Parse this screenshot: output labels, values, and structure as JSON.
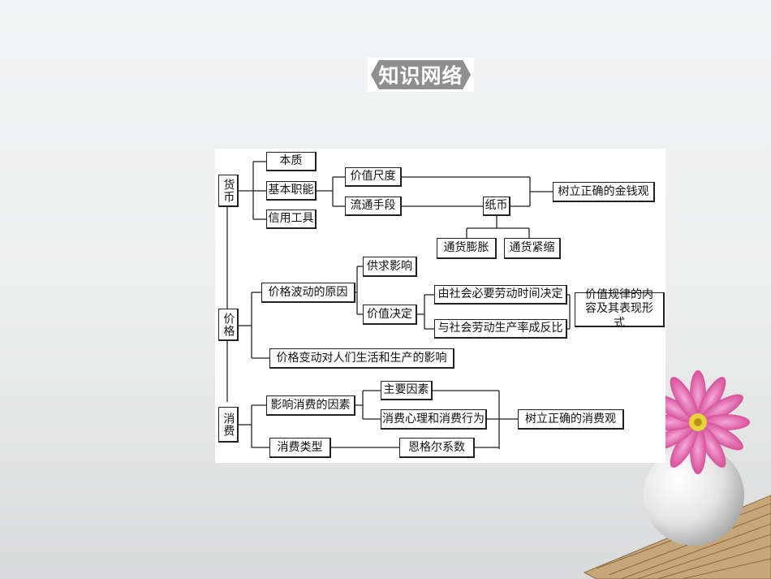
{
  "title": "知识网络",
  "nodes": {
    "huobi": "货币",
    "jiage": "价格",
    "xiaofei": "消费",
    "benzhi": "本质",
    "jibenzhineng": "基本职能",
    "xinyonggongju": "信用工具",
    "jiazhichidu": "价值尺度",
    "liutongshouduan": "流通手段",
    "zhibi": "纸币",
    "tonghuopengzhang": "通货膨胀",
    "tonghuojinsuo": "通货紧缩",
    "jinqianguan": "树立正确的金钱观",
    "jiagebodong": "价格波动的原因",
    "gongqiu": "供求影响",
    "jiazhijueding": "价值决定",
    "shehuibiyao": "由社会必要劳动时间决定",
    "chengfanbi": "与社会劳动生产率成反比",
    "jiazhiguilv": "价值规律的内容及其表现形式",
    "jiagebiandong": "价格变动对人们生活和生产的影响",
    "yingxiangyinsu": "影响消费的因素",
    "zhuyaoyinsu": "主要因素",
    "xiaofeixinli": "消费心理和消费行为",
    "xiaofeiguan": "树立正确的消费观",
    "xiaofeileixing": "消费类型",
    "engeer": "恩格尔系数"
  }
}
